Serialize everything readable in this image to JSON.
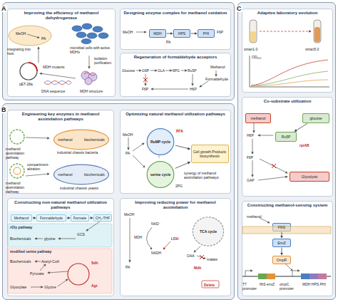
{
  "diagram": {
    "nodes": [
      {
        "text": [
          "A"
        ]
      },
      {
        "text": [
          "Improving the efficiency of methanol dehydrogenase"
        ],
        "in": 0
      },
      {
        "text": [
          "Designing enzyme complex for methanol oxidation"
        ],
        "in": 0
      },
      {
        "text": [
          "MDH"
        ],
        "in": 2
      },
      {
        "text": [
          "HPS"
        ],
        "in": 2
      },
      {
        "text": [
          "PHI"
        ],
        "in": 2
      },
      {
        "text": [
          "Regeneration of formaldehyde acceptors"
        ],
        "in": 0
      },
      {
        "text": [
          "B"
        ]
      },
      {
        "text": [
          "Engineering key enzymes in methanol assimilation pathways"
        ],
        "in": 7
      },
      {
        "text": [
          "methanol",
          "biochemicals"
        ],
        "in": 8
      },
      {
        "text": [
          "methanol",
          "biochemicals"
        ],
        "in": 8
      },
      {
        "text": [
          "Optimizing natural methanol utilization pathways"
        ],
        "in": 7
      },
      {
        "text": [
          "RuMP cycle"
        ],
        "in": 11
      },
      {
        "text": [
          "serine cycle"
        ],
        "in": 11
      },
      {
        "text": [
          "Cell growth Products biosynthesis"
        ],
        "in": 11
      },
      {
        "text": [
          "Constructing non-natural methanol utilization pathways"
        ],
        "in": 7
      },
      {
        "text": [
          "Methanol"
        ],
        "in": 15
      },
      {
        "text": [
          "Formaldehyde"
        ],
        "in": 15
      },
      {
        "text": [
          "Formate"
        ],
        "in": 15
      },
      {
        "text": [
          "CH₂-THF"
        ],
        "in": 15
      },
      {
        "text": [
          "Improving reducing power for methanol assimilation"
        ],
        "in": 7
      },
      {
        "text": [
          "TCA cycle"
        ],
        "in": 20
      },
      {
        "text": [
          "C"
        ]
      },
      {
        "text": [
          "Adaptive laboratory evolution"
        ],
        "in": 22
      },
      {
        "text": [
          "Co-substrate utilization"
        ],
        "in": 22
      },
      {
        "text": [
          "methanol"
        ],
        "in": 24
      },
      {
        "text": [
          "glucose"
        ],
        "in": 24
      },
      {
        "text": [
          "Ru5P"
        ],
        "in": 24
      },
      {
        "text": [
          "Glycolysis"
        ],
        "in": 24
      },
      {
        "text": [
          "Constructing methanol-sensing system"
        ],
        "in": 22
      },
      {
        "text": [
          "FlhS"
        ],
        "in": 29
      },
      {
        "text": [
          "EnvZ"
        ],
        "in": 29
      },
      {
        "text": [
          "OmpR"
        ],
        "in": 29
      }
    ],
    "edges": [
      {
        "from": 3,
        "to": 4,
        "arrow": "to"
      },
      {
        "from": 4,
        "to": 5,
        "arrow": "to"
      },
      {
        "from": 12,
        "to": 14,
        "arrow": "to"
      },
      {
        "from": 13,
        "to": 14,
        "arrow": "to"
      },
      {
        "from": 16,
        "to": 17,
        "arrow": "to"
      },
      {
        "from": 17,
        "to": 18,
        "arrow": "to"
      },
      {
        "from": 18,
        "to": 19,
        "arrow": "to"
      },
      {
        "from": 26,
        "to": 27,
        "arrow": "to"
      },
      {
        "from": 30,
        "to": 31,
        "arrow": "to"
      },
      {
        "from": 31,
        "to": 32,
        "arrow": "to"
      }
    ],
    "labels": [
      "MeOH",
      "PA",
      "microbial cells with active MDHs",
      "integrating into host",
      "isolation purification",
      "pET-28a",
      "MDH mutants",
      "DNA sequence",
      "MDH structure",
      "MeOH",
      "PA",
      "F6P",
      "Glucose",
      "G6P",
      "GLA",
      "6PG",
      "Ru5P",
      "F6P",
      "H6P",
      "Methanol",
      "Formaldehyde",
      "methanol assimilation pathway",
      "industrial chassis bacteria",
      "compartment-alization",
      "methanol assimilation pathway",
      "industrial chassis yeasts",
      "MeOH",
      "PA",
      "PFK",
      "2PG",
      "synergy of methanol assimilation pathways",
      "rGly pathway",
      "Biochemicals",
      "glycine",
      "GCS",
      "modified serine pathway",
      "Biochemicals",
      "Acetyl-CoA",
      "Pyruvate",
      "Glyoxylate",
      "Glycine",
      "Sdh",
      "Agt",
      "MeOH",
      "MDH",
      "PA",
      "NAD⁺",
      "NADH",
      "LDH",
      "OAA",
      "malate",
      "Mdh",
      "Delete",
      "strian1.0",
      "strian5.0",
      "OD₆₀₀",
      "H6P",
      "F6P",
      "GAP",
      "rpiAB",
      "methanol",
      "T7 promoter",
      "flhS envZ",
      "ompC promoter",
      "MDH HPS PHI"
    ]
  }
}
